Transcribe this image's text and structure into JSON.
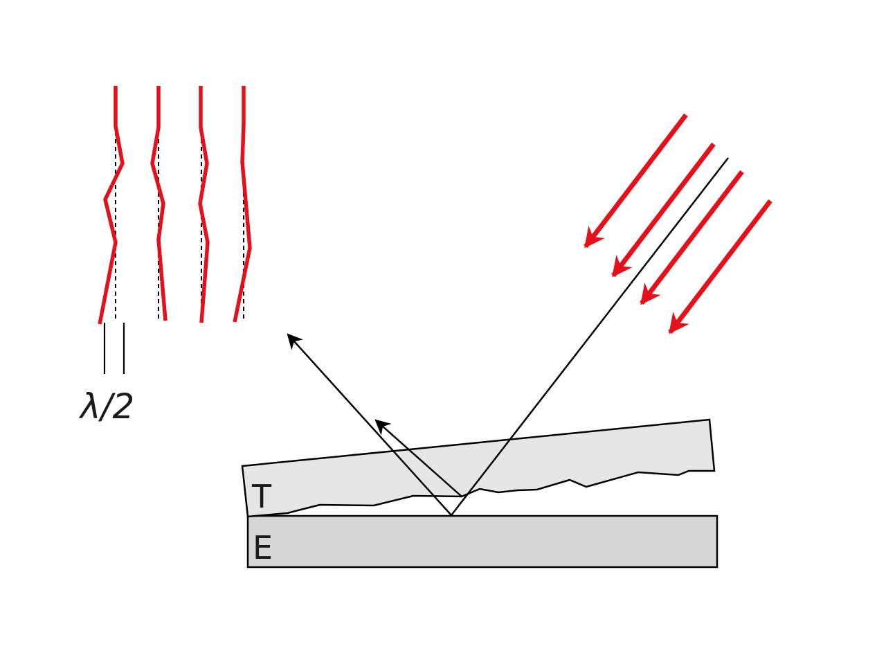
{
  "labels": {
    "test_piece": "T",
    "reference_piece": "E",
    "half_wavelength": "λ/2"
  },
  "colors": {
    "light_rays": "#e3111b",
    "fringe_lines": "#e3111b",
    "test_piece_fill": "#e6e6e6",
    "reference_piece_fill": "#d6d6d6",
    "outline": "#000000"
  },
  "fringes": {
    "count": 4
  },
  "incident_rays": {
    "count": 4
  }
}
